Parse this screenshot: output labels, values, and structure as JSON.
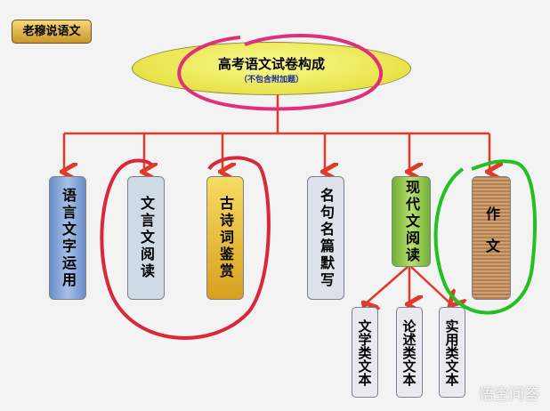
{
  "tag": "老穆说语文",
  "root": {
    "title": "高考语文试卷构成",
    "subtitle": "（不包含附加题）"
  },
  "sections": [
    "语言文字运用",
    "文言文阅读",
    "古诗词鉴赏",
    "名句名篇默写",
    "现代文阅读",
    "作文"
  ],
  "modern_sub": [
    "文学类文本",
    "论述类文本",
    "实用类文本"
  ],
  "watermark": "悟空问答",
  "colors": {
    "arrow": "#e03a2a",
    "red_circle": "#d8283a",
    "green_circle": "#22c020",
    "pink_circle": "#e0307a"
  }
}
